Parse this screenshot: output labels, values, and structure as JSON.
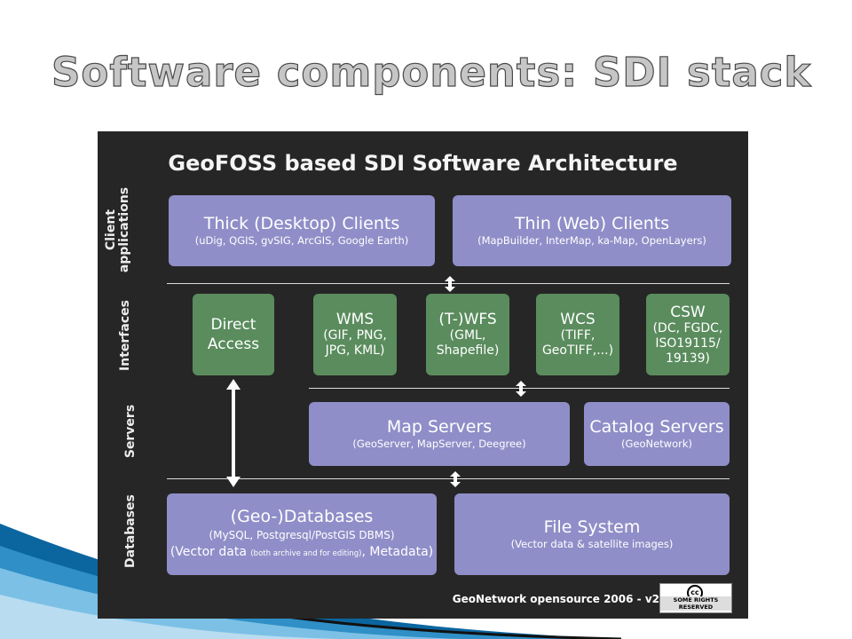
{
  "slide": {
    "title": "Software components: SDI stack"
  },
  "diagram": {
    "title": "GeoFOSS based SDI Software Architecture",
    "layers": {
      "client": "Client\napplications",
      "interfaces": "Interfaces",
      "servers": "Servers",
      "databases": "Databases"
    },
    "clients": {
      "thick": {
        "title": "Thick (Desktop) Clients",
        "sub": "(uDig, QGIS, gvSIG, ArcGIS, Google Earth)"
      },
      "thin": {
        "title": "Thin (Web) Clients",
        "sub": "(MapBuilder, InterMap, ka-Map, OpenLayers)"
      }
    },
    "interfaces": {
      "direct": "Direct\nAccess",
      "wms": {
        "title": "WMS",
        "sub": "(GIF, PNG,\nJPG, KML)"
      },
      "wfs": {
        "title": "(T-)WFS",
        "sub": "(GML,\nShapefile)"
      },
      "wcs": {
        "title": "WCS",
        "sub": "(TIFF,\nGeoTIFF,...)"
      },
      "csw": {
        "title": "CSW",
        "sub": "(DC, FGDC,\nISO19115/\n19139)"
      }
    },
    "servers": {
      "map": {
        "title": "Map Servers",
        "sub": "(GeoServer, MapServer, Deegree)"
      },
      "catalog": {
        "title": "Catalog Servers",
        "sub": "(GeoNetwork)"
      }
    },
    "databases": {
      "geo": {
        "title": "(Geo-)Databases",
        "sub": "(MySQL, Postgresql/PostGIS DBMS)",
        "line3_a": "(Vector data ",
        "line3_small": "(both archive and for editing)",
        "line3_b": ", Metadata)"
      },
      "fs": {
        "title": "File System",
        "sub": "(Vector data & satellite images)"
      }
    },
    "footer": "GeoNetwork opensource 2006 - v2",
    "cc_badge": {
      "symbol": "cc",
      "text": "SOME RIGHTS RESERVED"
    }
  }
}
